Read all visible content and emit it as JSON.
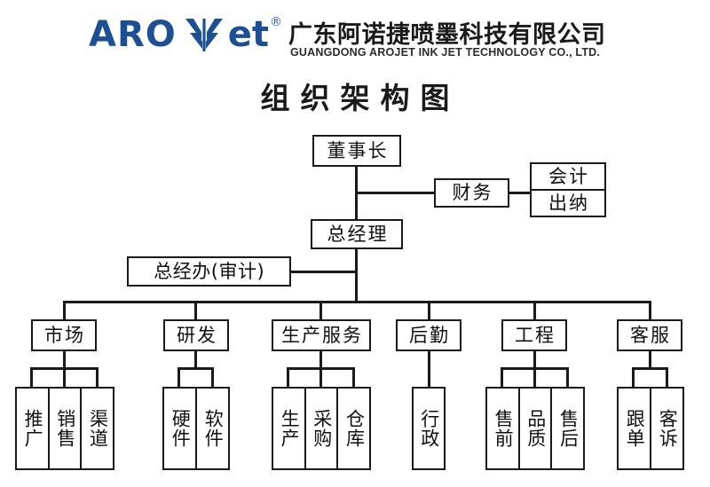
{
  "header": {
    "logo_aro": "ARO",
    "logo_et": "et",
    "logo_registered": "®",
    "logo_mark_name": "arojet-j-mark",
    "company_cn": "广东阿诺捷喷墨科技有限公司",
    "company_en": "GUANGDONG AROJET INK JET TECHNOLOGY CO., LTD.",
    "brand_color": "#1c4f93"
  },
  "chart_title": "组织架构图",
  "org": {
    "chairman": "董事长",
    "finance": "财务",
    "finance_children": [
      "会计",
      "出纳"
    ],
    "general_manager": "总经理",
    "gm_office": "总经办(审计)",
    "departments": [
      {
        "label": "市场",
        "children": [
          "推广",
          "销售",
          "渠道"
        ]
      },
      {
        "label": "研发",
        "children": [
          "硬件",
          "软件"
        ]
      },
      {
        "label": "生产服务",
        "children": [
          "生产",
          "采购",
          "仓库"
        ]
      },
      {
        "label": "后勤",
        "children": [
          "行政"
        ]
      },
      {
        "label": "工程",
        "children": [
          "售前",
          "品质",
          "售后"
        ]
      },
      {
        "label": "客服",
        "children": [
          "跟单",
          "客诉"
        ]
      }
    ]
  },
  "style": {
    "line_color": "#1a1a1a",
    "text_color": "#111111",
    "background": "#ffffff"
  }
}
